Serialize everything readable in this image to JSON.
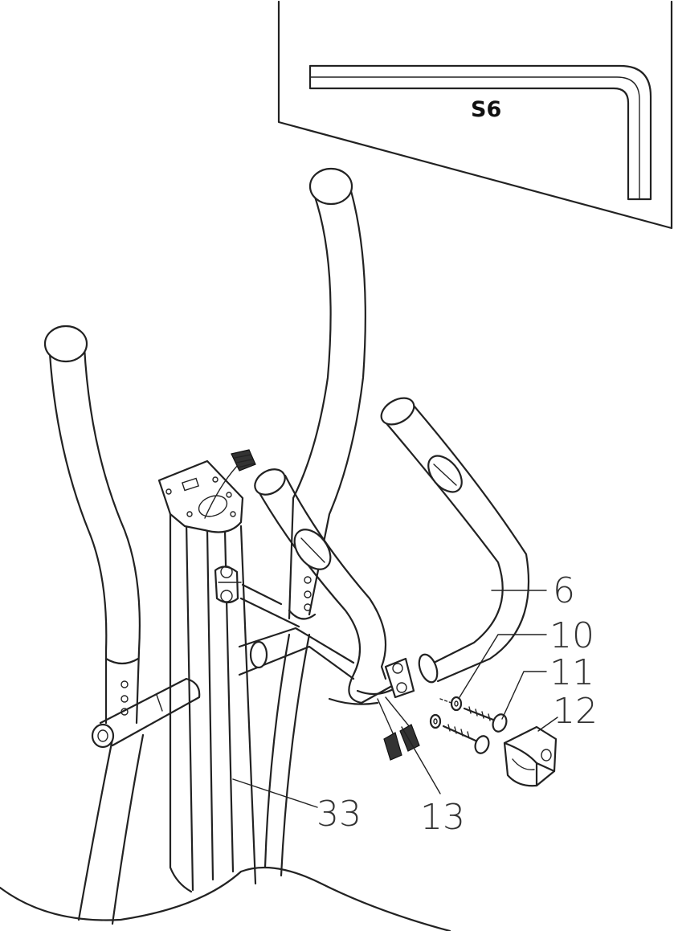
{
  "inset": {
    "tool_label": "S6"
  },
  "callouts": {
    "c6": "6",
    "c10": "10",
    "c11": "11",
    "c12": "12",
    "c13": "13",
    "c33": "33"
  },
  "colors": {
    "line": "#222222",
    "background": "#ffffff",
    "label": "#333333"
  }
}
